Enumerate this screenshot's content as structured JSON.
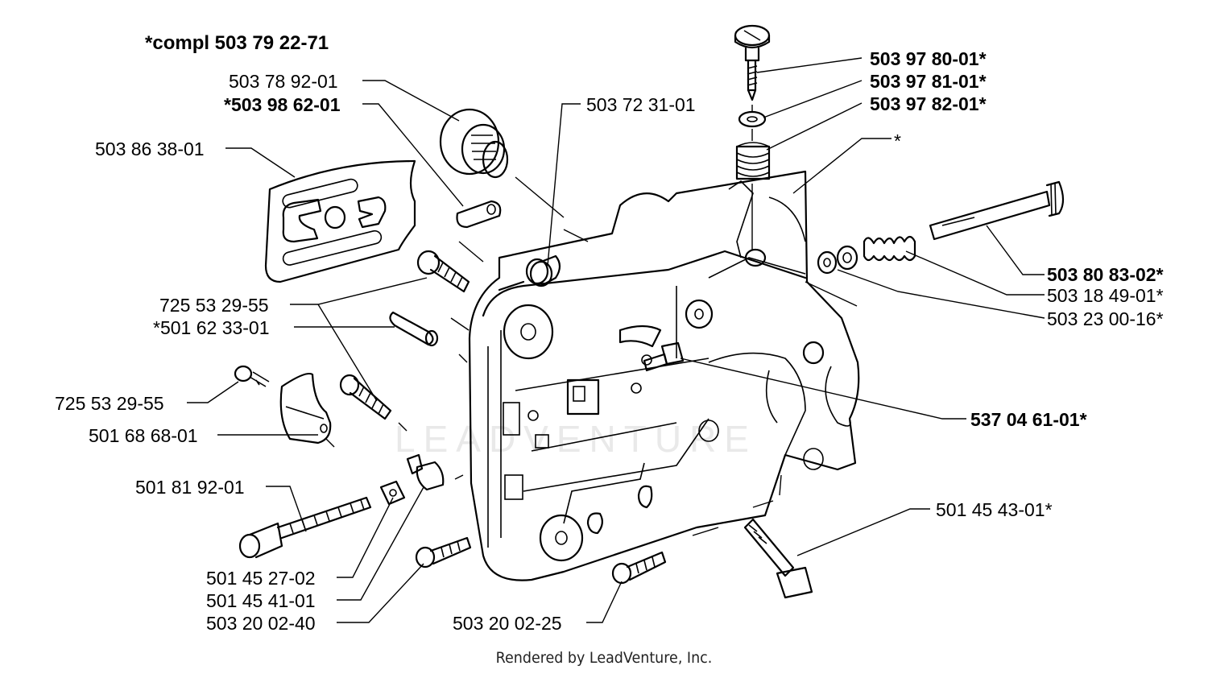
{
  "title": "*compl 503 79 22-71",
  "watermark": "LEADVENTURE",
  "footer": "Rendered by LeadVenture, Inc.",
  "labels": {
    "p503789201": "503 78 92-01",
    "p503986201": "*503 98 62-01",
    "p503723101": "503 72 31-01",
    "p503863801": "503 86 38-01",
    "p503978001": "503 97 80-01*",
    "p503978101": "503 97 81-01*",
    "p503978201": "503 97 82-01*",
    "star": "*",
    "p503808302": "503 80 83-02*",
    "p503184901": "503 18 49-01*",
    "p503230016": "503 23 00-16*",
    "p725532955a": "725 53 29-55",
    "p501623301": "*501 62 33-01",
    "p725532955b": "725 53 29-55",
    "p501686801": "501 68 68-01",
    "p537046101": "537 04 61-01*",
    "p501819201": "501 81 92-01",
    "p501454301": "501 45 43-01*",
    "p501452702": "501 45 27-02",
    "p501454101": "501 45 41-01",
    "p503200240": "503 20 02-40",
    "p503200225": "503 20 02-25"
  }
}
